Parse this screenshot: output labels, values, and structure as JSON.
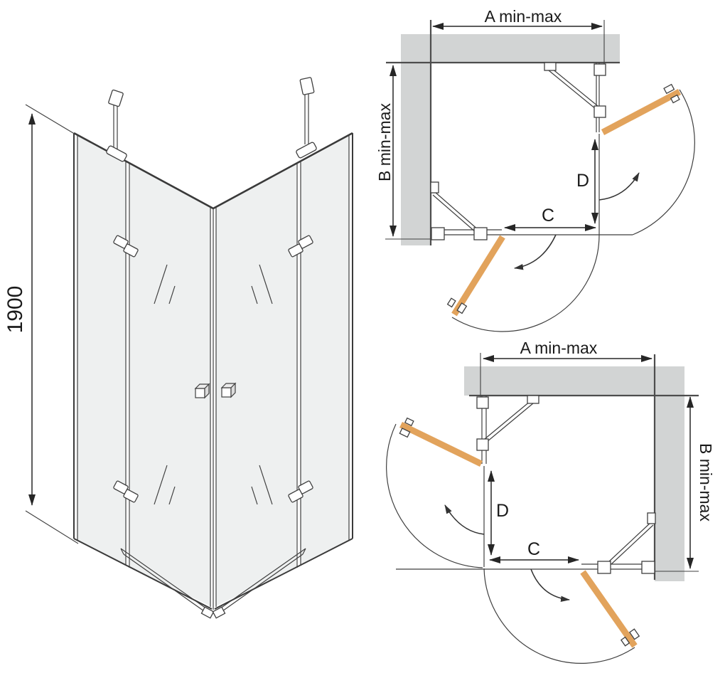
{
  "colors": {
    "door_open": "#e2a35c",
    "wall": "#d2d4d4",
    "line": "#3a3a3a",
    "glass": "#eef0f0"
  },
  "iso": {
    "height": "1900"
  },
  "plan_top": {
    "a": "A min-max",
    "b": "B min-max",
    "c": "C",
    "d": "D"
  },
  "plan_bottom": {
    "a": "A min-max",
    "b": "B min-max",
    "c": "C",
    "d": "D"
  }
}
